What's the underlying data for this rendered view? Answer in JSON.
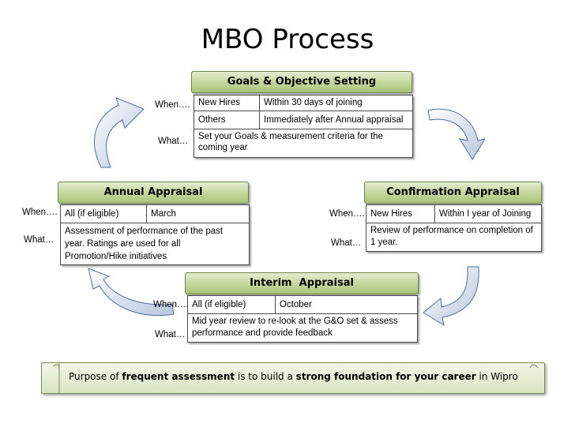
{
  "title": "MBO Process",
  "labels": {
    "when": "When….",
    "what": "What…"
  },
  "goals": {
    "header": "Goals & Objective Setting",
    "rows": [
      [
        "New Hires",
        "Within 30 days of joining"
      ],
      [
        "Others",
        "Immediately after Annual appraisal"
      ]
    ],
    "what": "Set your Goals & measurement criteria for the coming year"
  },
  "confirmation": {
    "header": "Confirmation Appraisal",
    "rows": [
      [
        "New Hires",
        "Within I year of Joining"
      ]
    ],
    "what": "Review of performance on completion of 1 year."
  },
  "interim": {
    "header": "Interim  Appraisal",
    "rows": [
      [
        "All (if eligible)",
        "October"
      ]
    ],
    "what": "Mid year review to re-look at the G&O set & assess performance and provide feedback"
  },
  "annual": {
    "header": "Annual Appraisal",
    "rows": [
      [
        "All (if eligible)",
        "March"
      ]
    ],
    "what": "Assessment of performance of the past year. Ratings are used for all Promotion/Hike initiatives"
  },
  "footer": {
    "prefix": "Purpose of ",
    "bold1": "frequent assessment",
    "middle": " is to build a ",
    "bold2": "strong foundation for your career",
    "suffix": " in Wipro"
  },
  "colors": {
    "header_green": "#c3d69b",
    "arrow_fill": "#dbe3ef",
    "arrow_stroke": "#4f6fa6"
  },
  "icons": [
    "curved-arrow-icon",
    "scroll-banner-icon"
  ]
}
